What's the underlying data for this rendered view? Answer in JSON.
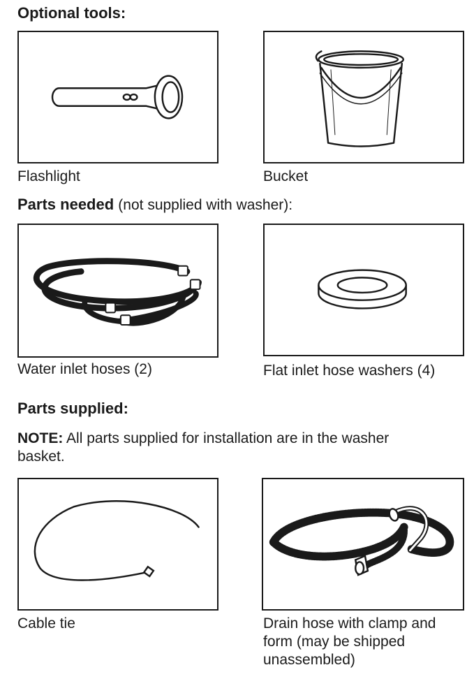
{
  "sections": {
    "optional_tools": {
      "title": "Optional tools:"
    },
    "parts_needed": {
      "title": "Parts needed",
      "subtitle": "(not supplied with washer):"
    },
    "parts_supplied": {
      "title": "Parts supplied:",
      "note_label": "NOTE:",
      "note_text": "All parts supplied for installation are in the washer basket."
    }
  },
  "items": {
    "flashlight": {
      "caption": "Flashlight",
      "icon": "flashlight-icon"
    },
    "bucket": {
      "caption": "Bucket",
      "icon": "bucket-icon"
    },
    "water_inlet_hoses": {
      "caption": "Water inlet hoses (2)",
      "icon": "water-inlet-hoses-icon"
    },
    "flat_washers": {
      "caption": "Flat inlet hose washers (4)",
      "icon": "flat-washer-icon"
    },
    "cable_tie": {
      "caption": "Cable tie",
      "icon": "cable-tie-icon"
    },
    "drain_hose": {
      "caption": "Drain hose with clamp and form (may be shipped unassembled)",
      "icon": "drain-hose-icon"
    }
  }
}
